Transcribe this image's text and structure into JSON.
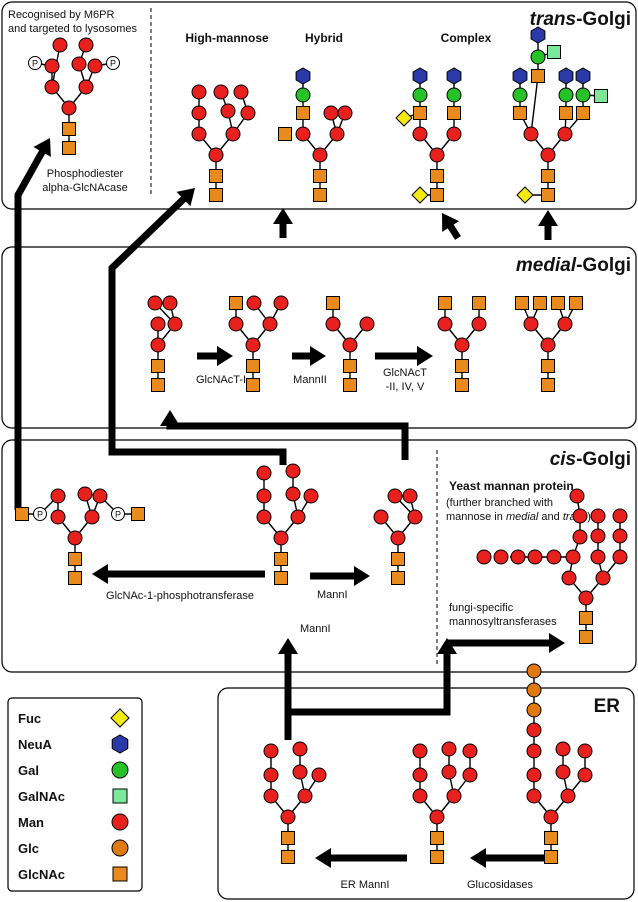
{
  "colors": {
    "Man": "#e8201e",
    "GlcNAc": "#e88a1e",
    "Glc": "#e07a10",
    "Gal": "#26c228",
    "GalNAc": "#7ee89a",
    "NeuA": "#2b3aa8",
    "Fuc": "#f2ea10",
    "P": "#ffffff"
  },
  "compartments": {
    "trans": {
      "em": "trans",
      "rest": "-Golgi"
    },
    "medial": {
      "em": "medial",
      "rest": "-Golgi"
    },
    "cis": {
      "em": "cis",
      "rest": "-Golgi"
    },
    "er": {
      "label": "ER"
    }
  },
  "trans": {
    "m6pr_line1": "Recognised by M6PR",
    "m6pr_line2": "and targeted to lysosomes",
    "enzyme_line1": "Phosphodiester",
    "enzyme_line2": "alpha-GlcNAcase",
    "high_mannose": "High-mannose",
    "hybrid": "Hybrid",
    "complex": "Complex"
  },
  "medial": {
    "enzyme1": "GlcNAcT-I",
    "enzyme2": "MannII",
    "enzyme3_line1": "GlcNAcT",
    "enzyme3_line2": "-II, IV, V"
  },
  "cis": {
    "enzyme_phospho": "GlcNAc-1-phosphotransferase",
    "enzyme_manni_right": "MannI",
    "enzyme_manni_up": "MannI",
    "yeast_title": "Yeast mannan protein",
    "yeast_line1": "(further branched with",
    "yeast_line2_pre": "mannose in ",
    "yeast_line2_em1": "medial",
    "yeast_line2_mid": " and ",
    "yeast_line2_em2": "trans",
    "yeast_line2_post": ")",
    "fungi_line1": "fungi-specific",
    "fungi_line2": "mannosyltransferases"
  },
  "er": {
    "enzyme1": "ER MannI",
    "enzyme2": "Glucosidases"
  },
  "phosphate_label": "P",
  "legend": [
    {
      "label": "Fuc",
      "shape": "diamond",
      "color": "Fuc"
    },
    {
      "label": "NeuA",
      "shape": "hexagon",
      "color": "NeuA"
    },
    {
      "label": "Gal",
      "shape": "circle",
      "color": "Gal"
    },
    {
      "label": "GalNAc",
      "shape": "square",
      "color": "GalNAc"
    },
    {
      "label": "Man",
      "shape": "circle",
      "color": "Man"
    },
    {
      "label": "Glc",
      "shape": "circle",
      "color": "Glc"
    },
    {
      "label": "GlcNAc",
      "shape": "square",
      "color": "GlcNAc"
    }
  ]
}
